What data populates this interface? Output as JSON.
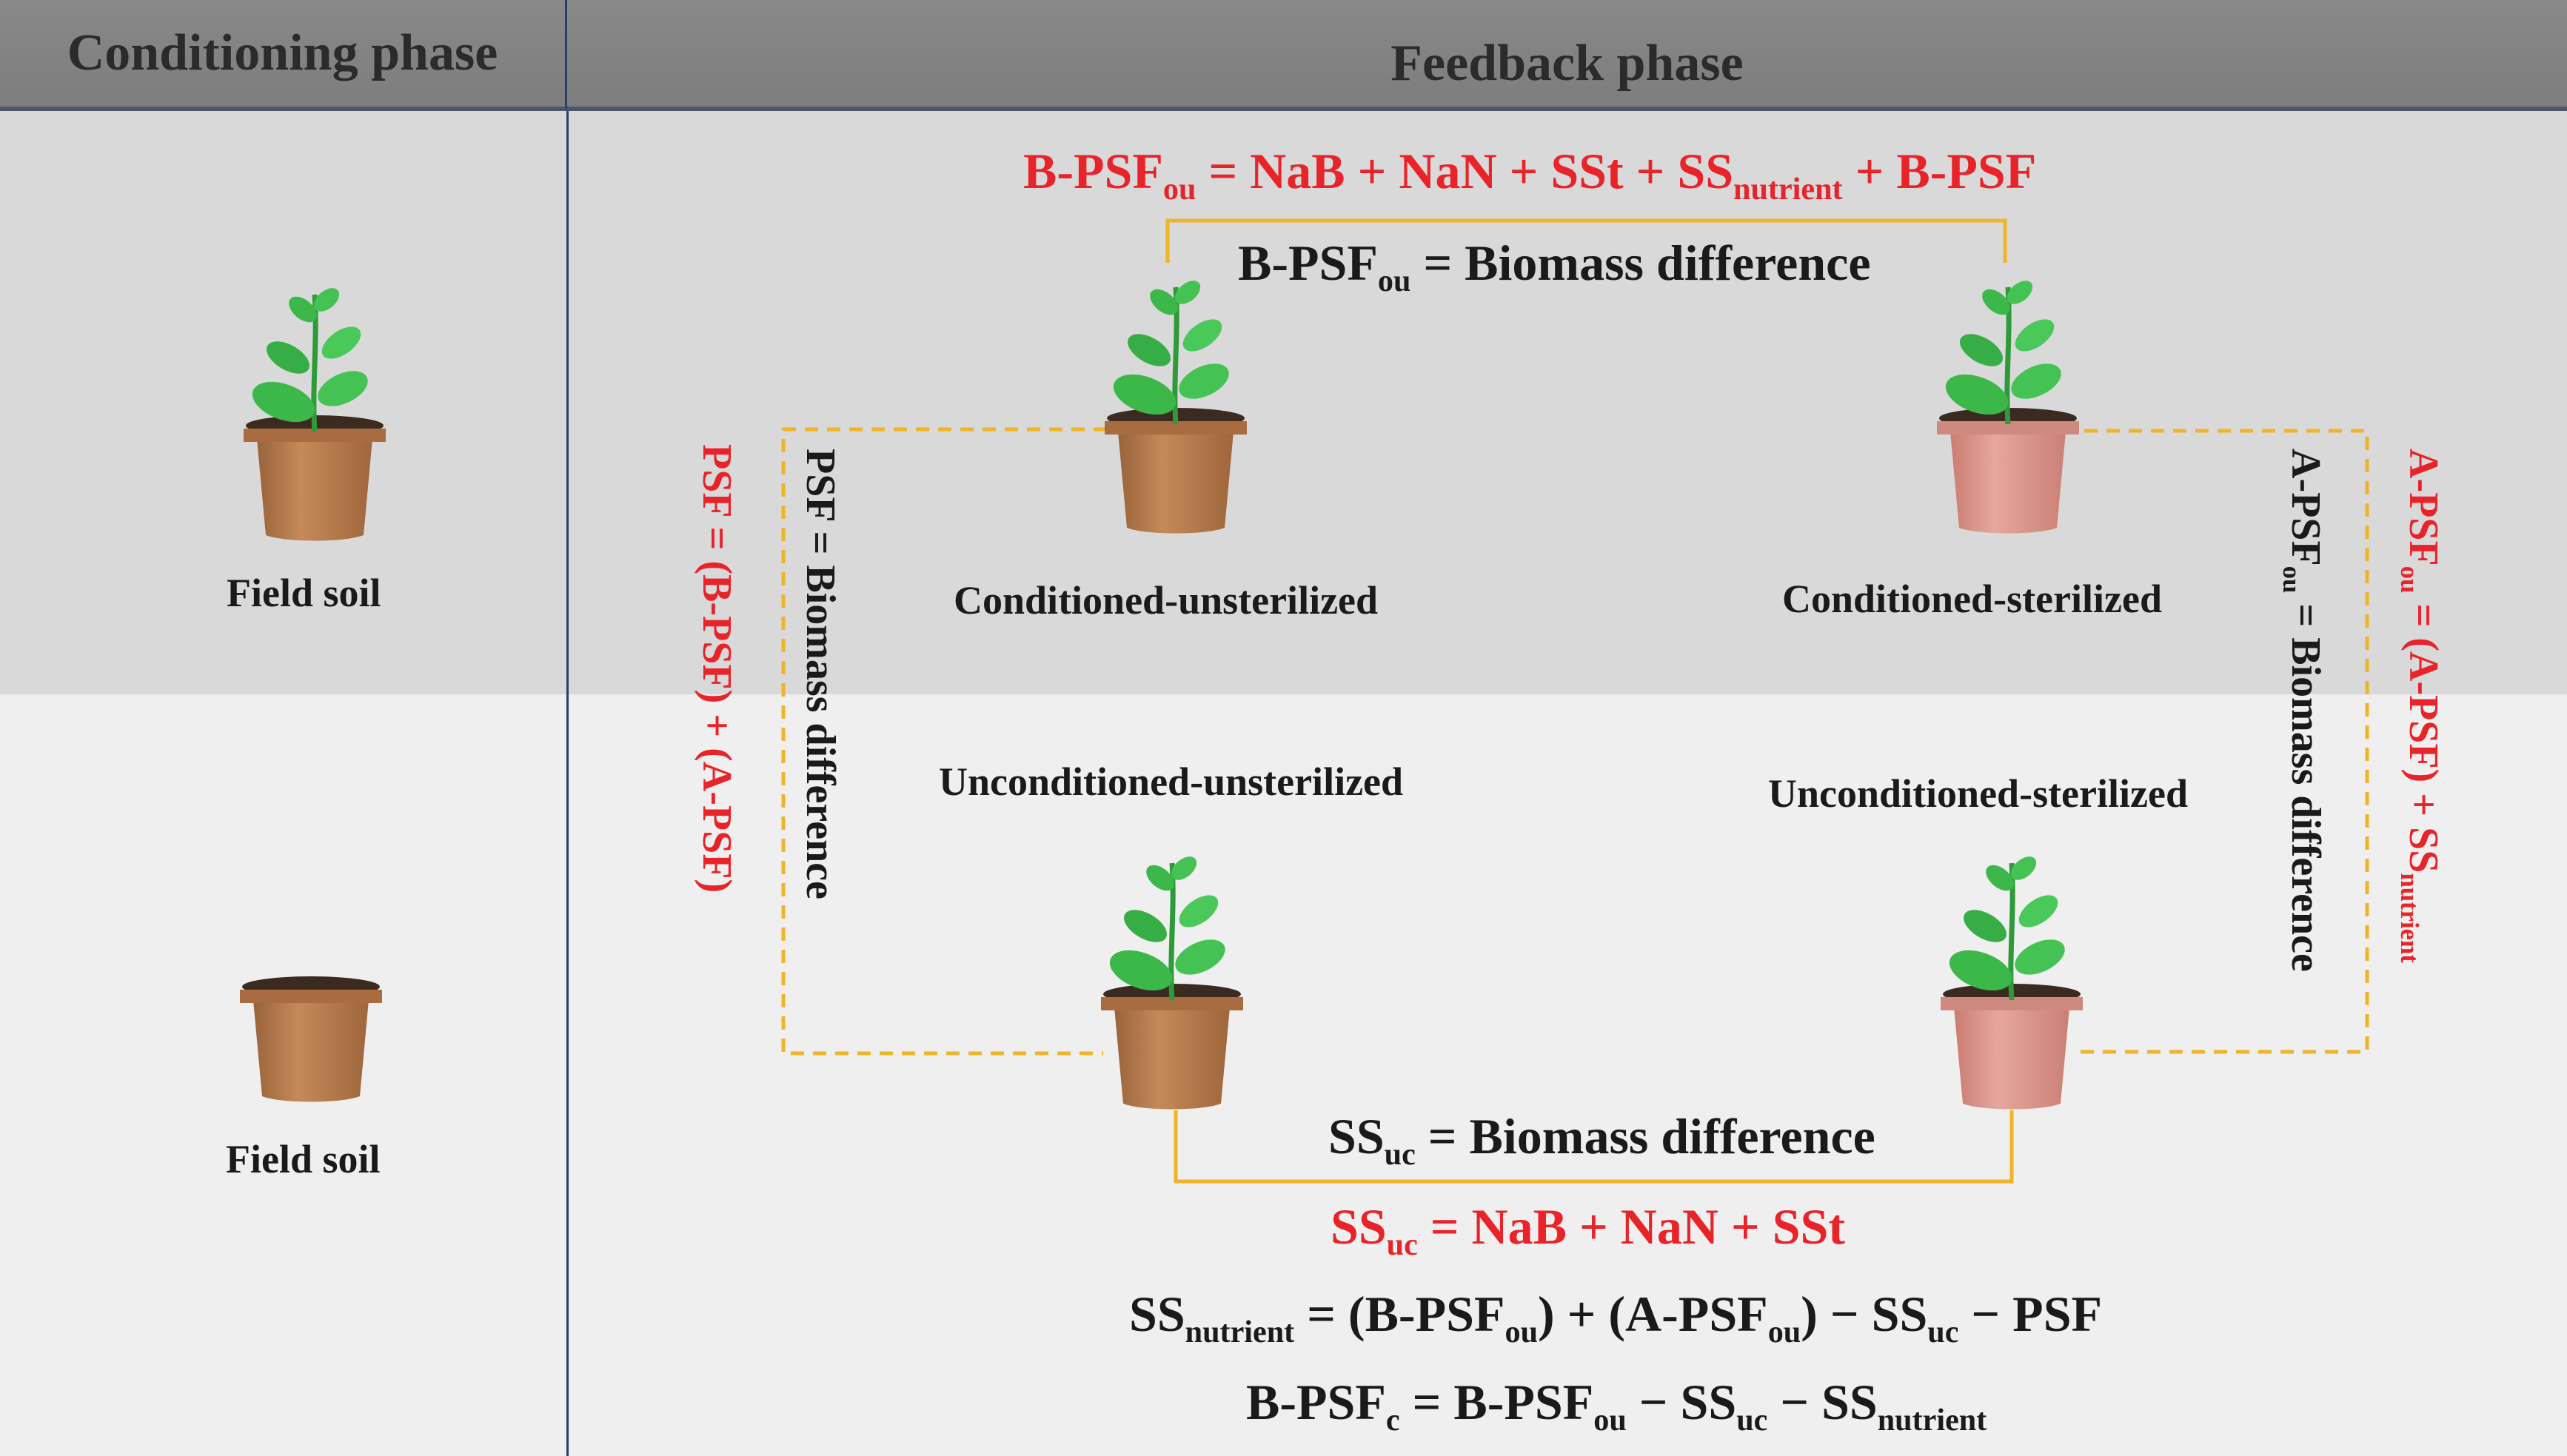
{
  "header": {
    "left_title": "Conditioning phase",
    "right_title": "Feedback phase"
  },
  "conditioning": {
    "top_label": "Field soil",
    "bottom_label": "Field soil"
  },
  "pots": {
    "conditioned_unsterilized": "Conditioned-unsterilized",
    "conditioned_sterilized": "Conditioned-sterilized",
    "unconditioned_unsterilized": "Unconditioned-unsterilized",
    "unconditioned_sterilized": "Unconditioned-sterilized"
  },
  "equations": {
    "bpsf_ou_red": {
      "lhs": "B-PSF",
      "lhs_sub": "ou",
      "rhs_a": " = NaB + NaN + SSt + SS",
      "rhs_sub": "nutrient",
      "rhs_b": " + B-PSF"
    },
    "bpsf_ou_black": {
      "lhs": "B-PSF",
      "lhs_sub": "ou",
      "rhs": " = Biomass difference"
    },
    "psf_black": "PSF = Biomass difference",
    "psf_red": "PSF = (B-PSF) + (A-PSF)",
    "apsf_black": {
      "lhs": "A-PSF",
      "lhs_sub": "ou",
      "rhs": " = Biomass difference"
    },
    "apsf_red": {
      "lhs": "A-PSF",
      "lhs_sub": "ou",
      "rhs_a": " = (A-PSF) + SS",
      "rhs_sub": "nutrient"
    },
    "ss_uc_black": {
      "lhs": "SS",
      "lhs_sub": "uc",
      "rhs": " = Biomass difference"
    },
    "ss_uc_red": {
      "lhs": "SS",
      "lhs_sub": "uc",
      "rhs": " = NaB + NaN + SSt"
    },
    "ss_nutrient": {
      "p1": "SS",
      "p1_sub": "nutrient",
      "p2": " = (B-PSF",
      "p2_sub": "ou",
      "p3": ") + (A-PSF",
      "p3_sub": "ou",
      "p4": ") − SS",
      "p4_sub": "uc",
      "p5": " − PSF"
    },
    "bpsf_c": {
      "p1": "B-PSF",
      "p1_sub": "c",
      "p2": " = B-PSF",
      "p2_sub": "ou",
      "p3": " − SS",
      "p3_sub": "uc",
      "p4": " − SS",
      "p4_sub": "nutrient"
    }
  },
  "colors": {
    "header_bg": "#858585",
    "top_band": "#d9d9d9",
    "bottom_band": "#efefef",
    "accent_red": "#e8242a",
    "connector_yellow": "#f0b429",
    "pot_brown": "#b67a4c",
    "pot_pink": "#d98f86",
    "leaf_green": "#3cb84a"
  },
  "icons": [
    "plant-icon",
    "pot-icon"
  ]
}
